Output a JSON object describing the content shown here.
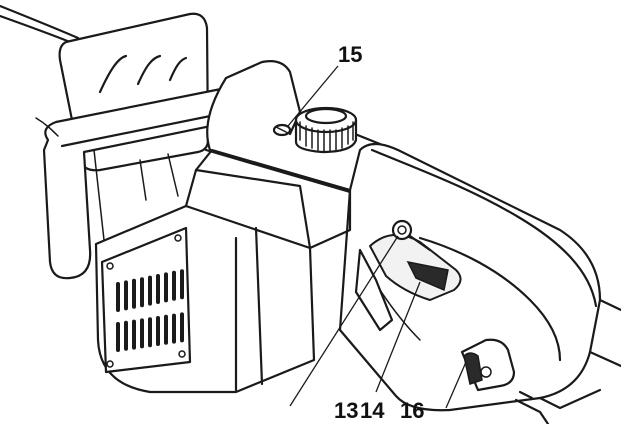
{
  "diagram": {
    "callouts": [
      {
        "id": "c15",
        "label": "15"
      },
      {
        "id": "c13",
        "label": "13"
      },
      {
        "id": "c14",
        "label": "14"
      },
      {
        "id": "c16",
        "label": "16"
      }
    ],
    "colors": {
      "ink": "#1a1a1a",
      "background": "#ffffff"
    }
  }
}
